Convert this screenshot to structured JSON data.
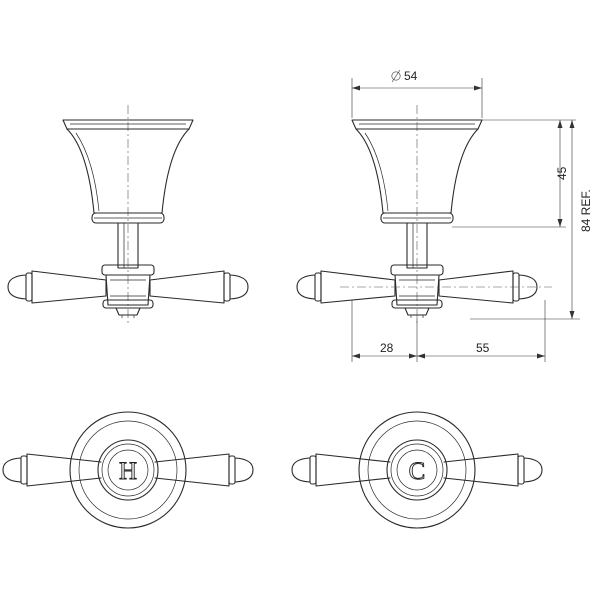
{
  "dimensions": {
    "diameter": "54",
    "height_head": "45",
    "height_total": "84 REF.",
    "offset_left": "28",
    "offset_right": "55"
  },
  "markings": {
    "hot": "H",
    "cold": "C"
  }
}
